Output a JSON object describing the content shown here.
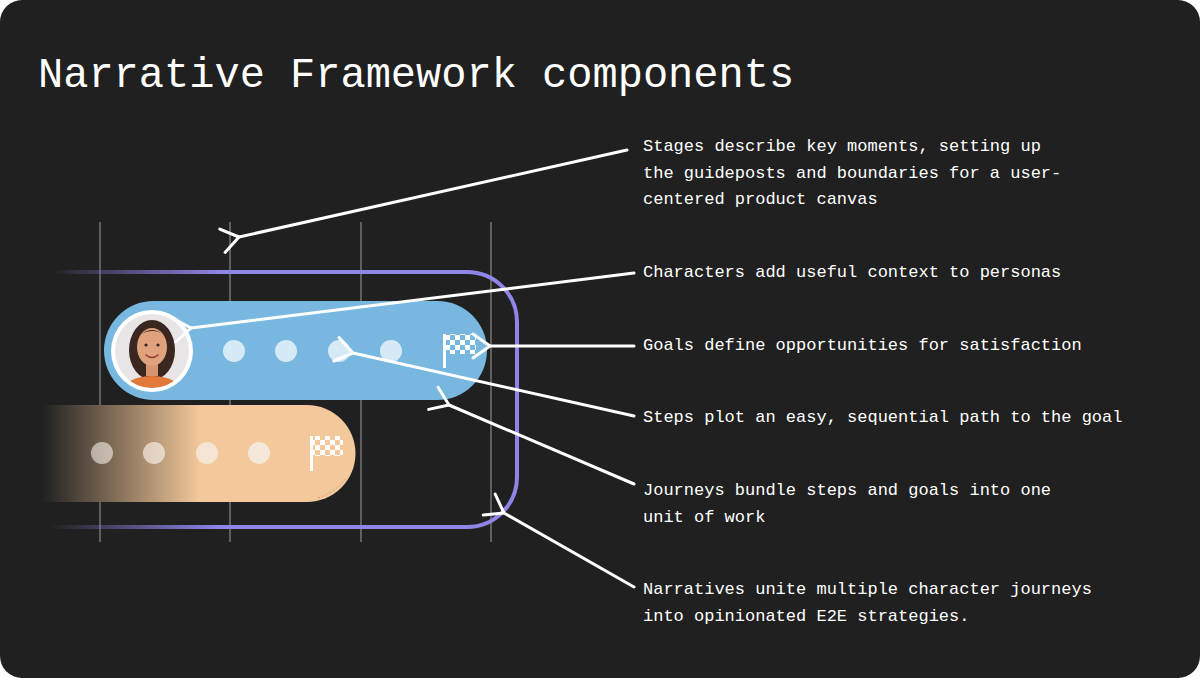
{
  "diagram": {
    "title": "Narrative Framework components",
    "labels": [
      "Stages describe key moments, setting up the guideposts and boundaries for a user-centered product canvas",
      "Characters add useful context to personas",
      "Goals define opportunities for satisfaction",
      "Steps plot an easy, sequential path to the goal",
      "Journeys bundle steps and goals into one unit of work",
      "Narratives unite multiple character journeys into opinionated E2E strategies."
    ]
  }
}
